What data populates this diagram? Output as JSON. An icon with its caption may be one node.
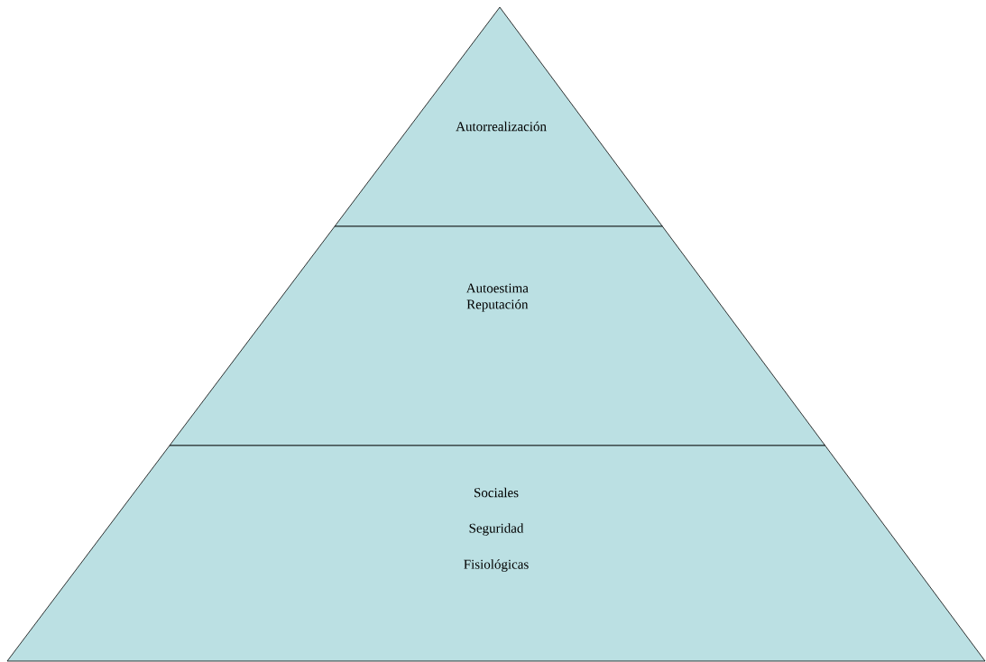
{
  "diagram": {
    "nodes": [
      {
        "text": [
          "Autorrealización"
        ]
      },
      {
        "text": [
          "Autoestima Reputación"
        ]
      },
      {
        "text": [
          "Sociales",
          "Seguridad",
          "Fisiológicas"
        ]
      }
    ]
  }
}
